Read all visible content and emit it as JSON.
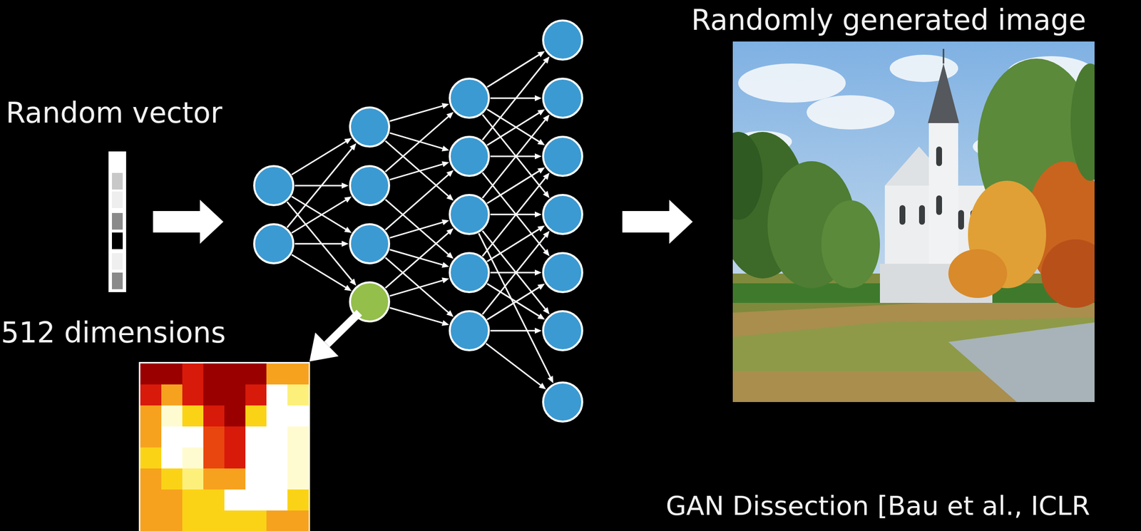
{
  "diagram": {
    "labels": [
      "Random vector",
      "512 dimensions",
      "Randomly generated image",
      "GAN Dissection [Bau et al., ICLR"
    ]
  }
}
